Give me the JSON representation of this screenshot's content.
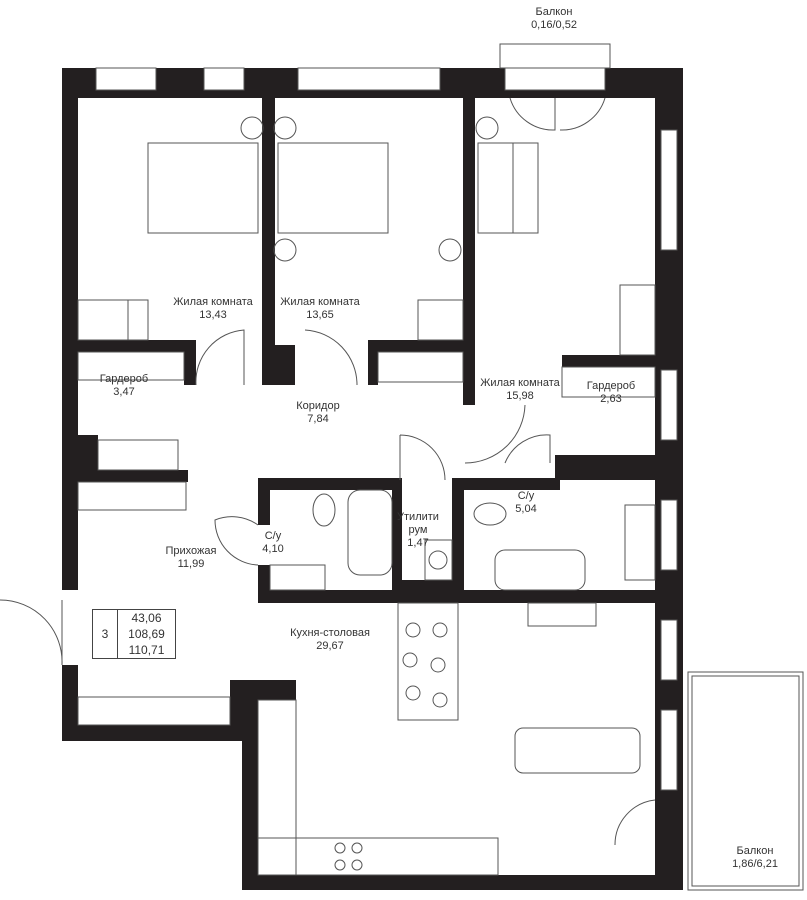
{
  "rooms": [
    {
      "name": "Жилая комната",
      "area": "13,43"
    },
    {
      "name": "Жилая комната",
      "area": "13,65"
    },
    {
      "name": "Жилая комната",
      "area": "15,98"
    },
    {
      "name": "Гардероб",
      "area": "3,47"
    },
    {
      "name": "Гардероб",
      "area": "2,63"
    },
    {
      "name": "Коридор",
      "area": "7,84"
    },
    {
      "name": "С/у",
      "area": "4,10"
    },
    {
      "name": "Утилити рум",
      "area": "1,47"
    },
    {
      "name": "С/у",
      "area": "5,04"
    },
    {
      "name": "Прихожая",
      "area": "11,99"
    },
    {
      "name": "Кухня-столовая",
      "area": "29,67"
    }
  ],
  "balconies": [
    {
      "name": "Балкон",
      "area": "0,16/0,52"
    },
    {
      "name": "Балкон",
      "area": "1,86/6,21"
    }
  ],
  "summary": {
    "rooms_count": "3",
    "living_area": "43,06",
    "total_area": "108,69",
    "total_area_with_balconies": "110,71"
  },
  "colors": {
    "wall": "#231f20",
    "line": "#555555"
  }
}
